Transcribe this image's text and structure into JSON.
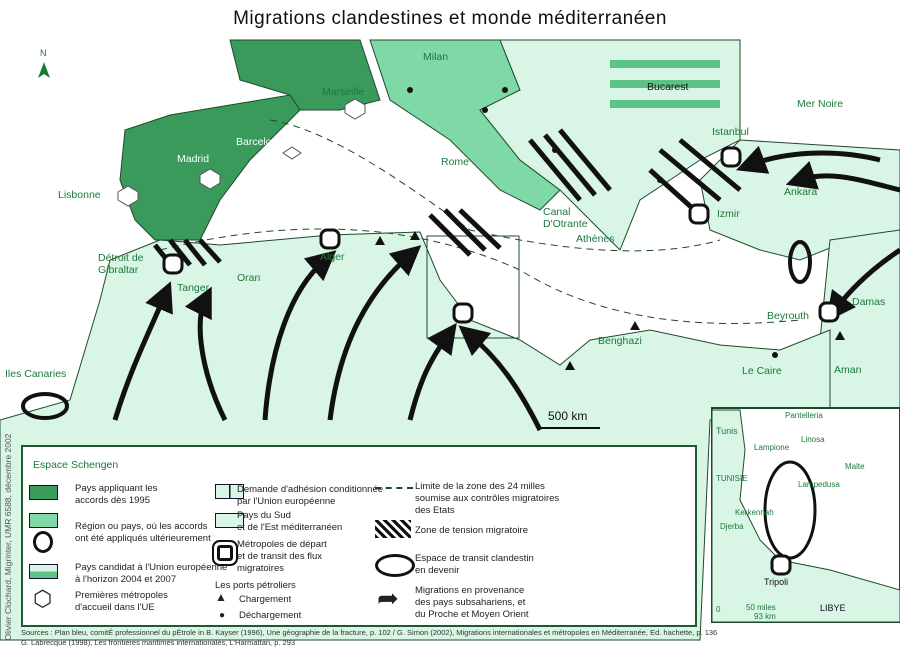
{
  "title": "Migrations clandestines et monde méditerranéen",
  "north": "N",
  "scale": "500 km",
  "places": {
    "milan": "Milan",
    "marseille": "Marseille",
    "bucarest": "Bucarest",
    "barcelone": "Barcelone",
    "madrid": "Madrid",
    "rome": "Rome",
    "mer_noire": "Mer Noire",
    "istanbul": "Istanbul",
    "ankara": "Ankara",
    "lisbonne": "Lisbonne",
    "otrante": "Canal\nD'Otrante",
    "athenes": "Athènes",
    "izmir": "Izmir",
    "gibraltar": "Détroit de\nGibraltar",
    "tanger": "Tanger",
    "oran": "Oran",
    "alger": "Alger",
    "beyrouth": "Beyrouth",
    "damas": "Damas",
    "canaries": "Iles Canaries",
    "benghazi": "Benghazi",
    "le_caire": "Le Caire",
    "aman": "Aman"
  },
  "inset": {
    "tunis": "Tunis",
    "pantelleria": "Pantelleria",
    "linosa": "Linosa",
    "lampione": "Lampione",
    "tunisie": "TUNISIE",
    "malte": "Malte",
    "lampedusa": "Lampedusa",
    "kerkennah": "Kerkennah",
    "djerba": "Djerba",
    "tripoli": "Tripoli",
    "libye": "LIBYE",
    "scale_zero": "0",
    "scale_miles": "50 miles",
    "scale_km": "93 km"
  },
  "legend": {
    "title": "Espace Schengen",
    "items": [
      "Pays appliquant les\naccords dès 1995",
      "Région ou pays, où les accords\nont été appliqués ultérieurement",
      "Pays candidat à l'Union européenne\nà l'horizon 2004 et 2007",
      "Premières métropoles\nd'accueil dans l'UE",
      "Demande d'adhésion conditionnée\npar l'Union européenne",
      "Pays du Sud\net de l'Est méditerranéen",
      "Métropoles de départ\net de transit des flux\nmigratoires",
      "Les ports pétroliers",
      "Chargement",
      "Déchargement",
      "Limite de la zone des 24 milles\nsoumise aux contrôles migratoires\ndes Etats",
      "Zone de tension migratoire",
      "Espace de transit clandestin\nen devenir",
      "Migrations en provenance\ndes pays subsahariens, et\ndu Proche et Moyen Orient"
    ]
  },
  "sources": [
    "Sources : Plan bleu, comitÉ professionnel du pÉtrole in B. Kayser (1996), Une géographie de la fracture, p. 102 / G. Simon (2002), Migrations internationales et métropoles en Méditerranée, Ed. hachette, p. 136",
    "G. Labrecque (1998), Les frontières maritimes internationales, L'Harmattan, p. 293"
  ],
  "credit": "Olivier Clochard, Migrinter, UMR 6588, décembre 2002",
  "colors": {
    "schengen_1995": "#3a9a5c",
    "schengen_later": "#7fd9a6",
    "south": "#d9f5e5",
    "border": "#1f4a2a"
  }
}
